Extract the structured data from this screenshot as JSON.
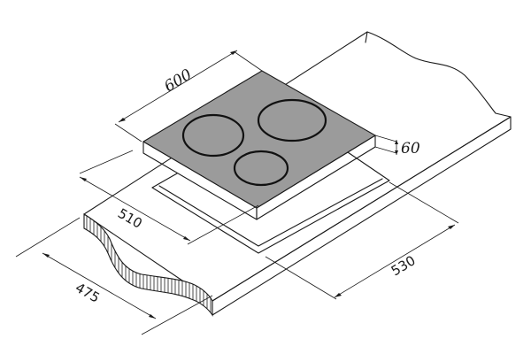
{
  "diagram": {
    "dimensions": {
      "width": "600",
      "depth": "510",
      "height": "60",
      "countertop_depth": "475",
      "cutout_width": "530"
    },
    "colors": {
      "line": "#1a1a1a",
      "hob_surface": "#9b9b9b",
      "background": "#ffffff"
    }
  }
}
